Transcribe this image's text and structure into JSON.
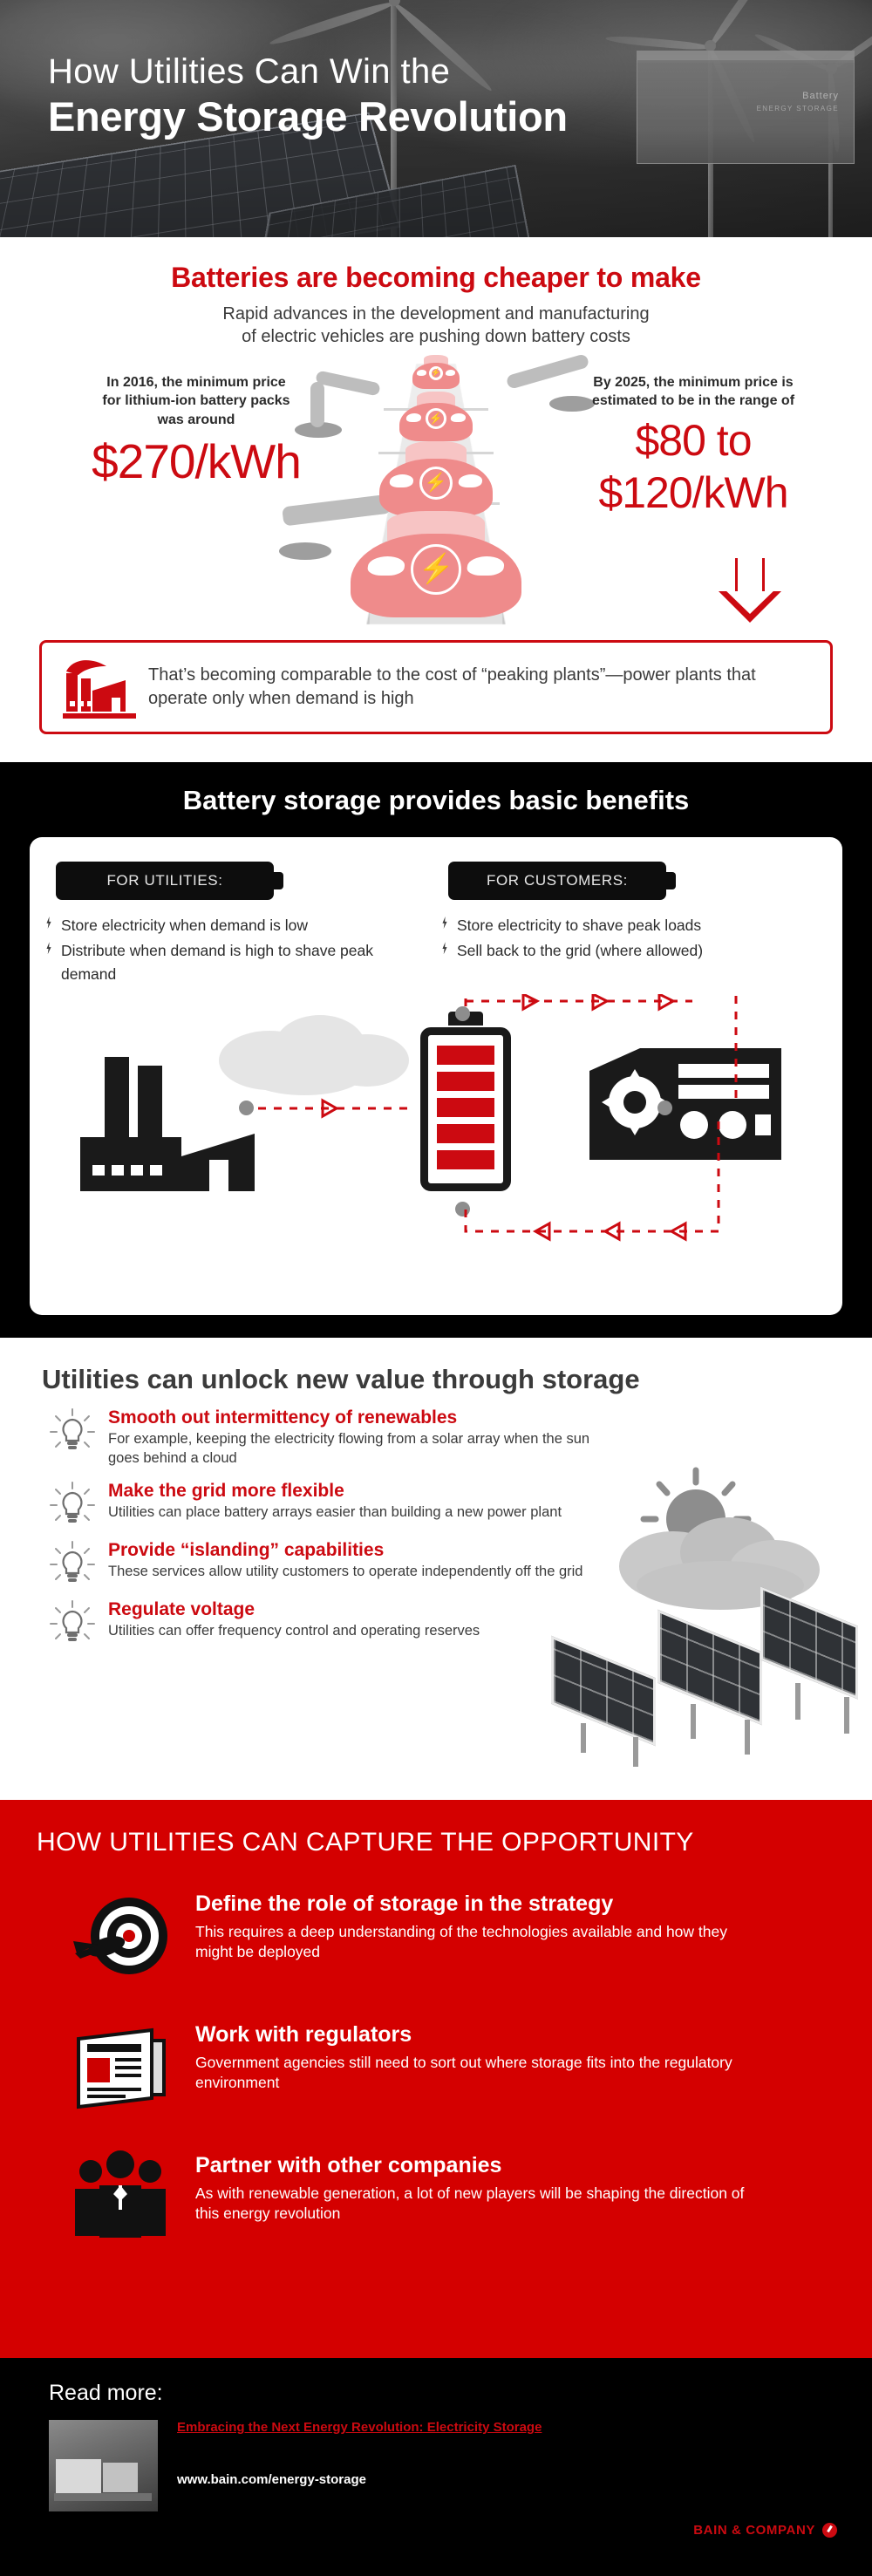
{
  "hero": {
    "line1": "How Utilities Can Win the",
    "line2": "Energy Storage Revolution",
    "building_label": "Battery",
    "building_sub": "ENERGY STORAGE"
  },
  "cheaper": {
    "heading": "Batteries are becoming cheaper to make",
    "subheading_line1": "Rapid advances in the development and manufacturing",
    "subheading_line2": "of electric vehicles are pushing down battery costs",
    "left": {
      "caption_line1": "In 2016, the minimum price",
      "caption_line2": "for lithium-ion battery packs",
      "caption_line3": "was around",
      "value": "$270/kWh"
    },
    "right": {
      "caption_line1": "By 2025, the minimum price is",
      "caption_line2": "estimated to be in the range of",
      "value_line1": "$80 to",
      "value_line2": "$120/kWh"
    },
    "callout_line1": "That’s becoming comparable to the cost of “peaking",
    "callout_line2": "plants”—power plants that operate only when demand is high"
  },
  "benefits": {
    "heading": "Battery storage provides basic benefits",
    "utilities_label": "FOR UTILITIES:",
    "customers_label": "FOR CUSTOMERS:",
    "utilities_items": [
      "Store electricity when demand is low",
      "Distribute when demand is high to shave peak demand"
    ],
    "customers_items": [
      "Store electricity to shave peak loads",
      "Sell back to the grid (where allowed)"
    ]
  },
  "unlock": {
    "heading": "Utilities can unlock new value through storage",
    "items": [
      {
        "title": "Smooth out intermittency of renewables",
        "body": "For example, keeping the electricity flowing from a solar array when the sun goes behind a cloud"
      },
      {
        "title": "Make the grid more flexible",
        "body": "Utilities can place battery arrays easier than building a new power plant"
      },
      {
        "title": "Provide “islanding” capabilities",
        "body": "These services allow utility customers to operate independently off the grid"
      },
      {
        "title": "Regulate voltage",
        "body": "Utilities can offer frequency control and operating reserves"
      }
    ]
  },
  "opportunity": {
    "heading": "HOW UTILITIES CAN CAPTURE THE OPPORTUNITY",
    "items": [
      {
        "icon": "target-dart-icon",
        "title": "Define the role of storage in the strategy",
        "body": "This requires a deep understanding of the technologies available and how they might be deployed"
      },
      {
        "icon": "newspaper-icon",
        "title": "Work with regulators",
        "body": "Government agencies still need to sort out where storage fits into the regulatory environment"
      },
      {
        "icon": "people-group-icon",
        "title": "Partner with other companies",
        "body": "As with renewable generation, a lot of new players will be shaping the direction of this energy revolution"
      }
    ]
  },
  "footer": {
    "read_more": "Read more:",
    "article_title": "Embracing the Next Energy Revolution: Electricity Storage",
    "url": "www.bain.com/energy-storage",
    "brand": "BAIN & COMPANY"
  },
  "colors": {
    "red": "#cc0a11",
    "band_red": "#d40000",
    "black": "#000000",
    "dark_text": "#3b3b3b"
  }
}
